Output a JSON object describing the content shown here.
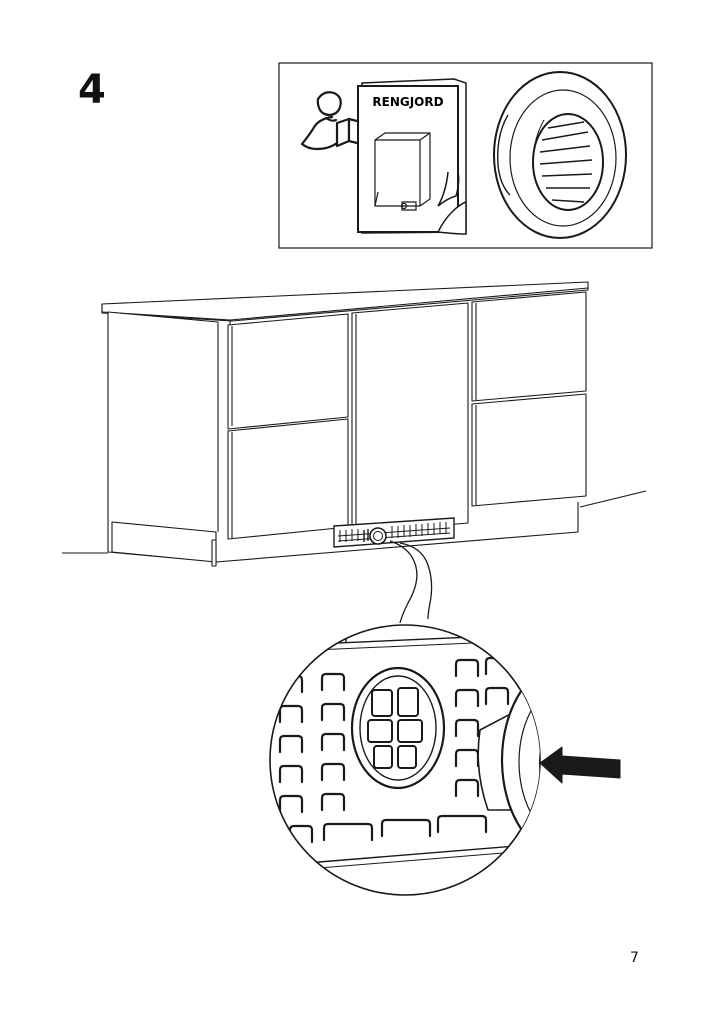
{
  "step": {
    "number": "4"
  },
  "info_panel": {
    "manual_title": "RENGJORD"
  },
  "footer": {
    "page_number": "7"
  },
  "icons": [
    "reading-person-icon",
    "manual-booklet-icon",
    "vent-ring-icon",
    "insert-arrow-icon"
  ],
  "colors": {
    "line": "#1a1a1a",
    "arrow": "#1a1a1a",
    "background": "#ffffff"
  }
}
